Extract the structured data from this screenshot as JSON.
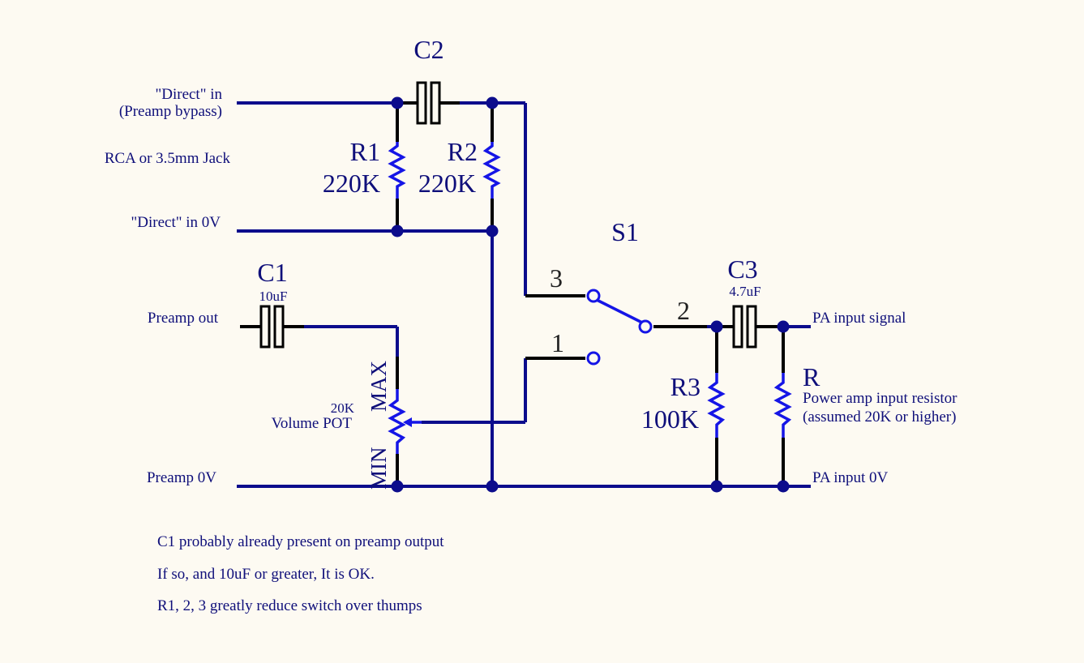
{
  "labels": {
    "direct_in_line1": "\"Direct\" in",
    "direct_in_line2": "(Preamp bypass)",
    "rca_jack": "RCA or 3.5mm Jack",
    "direct_in_0v": "\"Direct\" in 0V",
    "preamp_out": "Preamp out",
    "preamp_0v": "Preamp 0V",
    "pa_input_signal": "PA input signal",
    "pa_input_0v": "PA input 0V",
    "pot_value": "20K",
    "pot_name": "Volume POT",
    "pot_max": "MAX",
    "pot_min": "MIN"
  },
  "components": {
    "c1": {
      "name": "C1",
      "value": "10uF"
    },
    "c2": {
      "name": "C2"
    },
    "c3": {
      "name": "C3",
      "value": "4.7uF"
    },
    "r1": {
      "name": "R1",
      "value": "220K"
    },
    "r2": {
      "name": "R2",
      "value": "220K"
    },
    "r3": {
      "name": "R3",
      "value": "100K"
    },
    "r": {
      "name": "R",
      "desc_line1": "Power amp input resistor",
      "desc_line2": "(assumed 20K or higher)"
    },
    "s1": {
      "name": "S1",
      "pin1": "1",
      "pin2": "2",
      "pin3": "3"
    }
  },
  "notes": [
    "C1 probably already present on preamp output",
    "If so, and 10uF or greater, It is OK.",
    "R1, 2, 3 greatly reduce switch over thumps"
  ],
  "colors": {
    "background": "#fdfaf2",
    "wire": "#0c0c8c",
    "component": "#1515e6",
    "lead": "#000000",
    "text": "#0f0f7a"
  }
}
